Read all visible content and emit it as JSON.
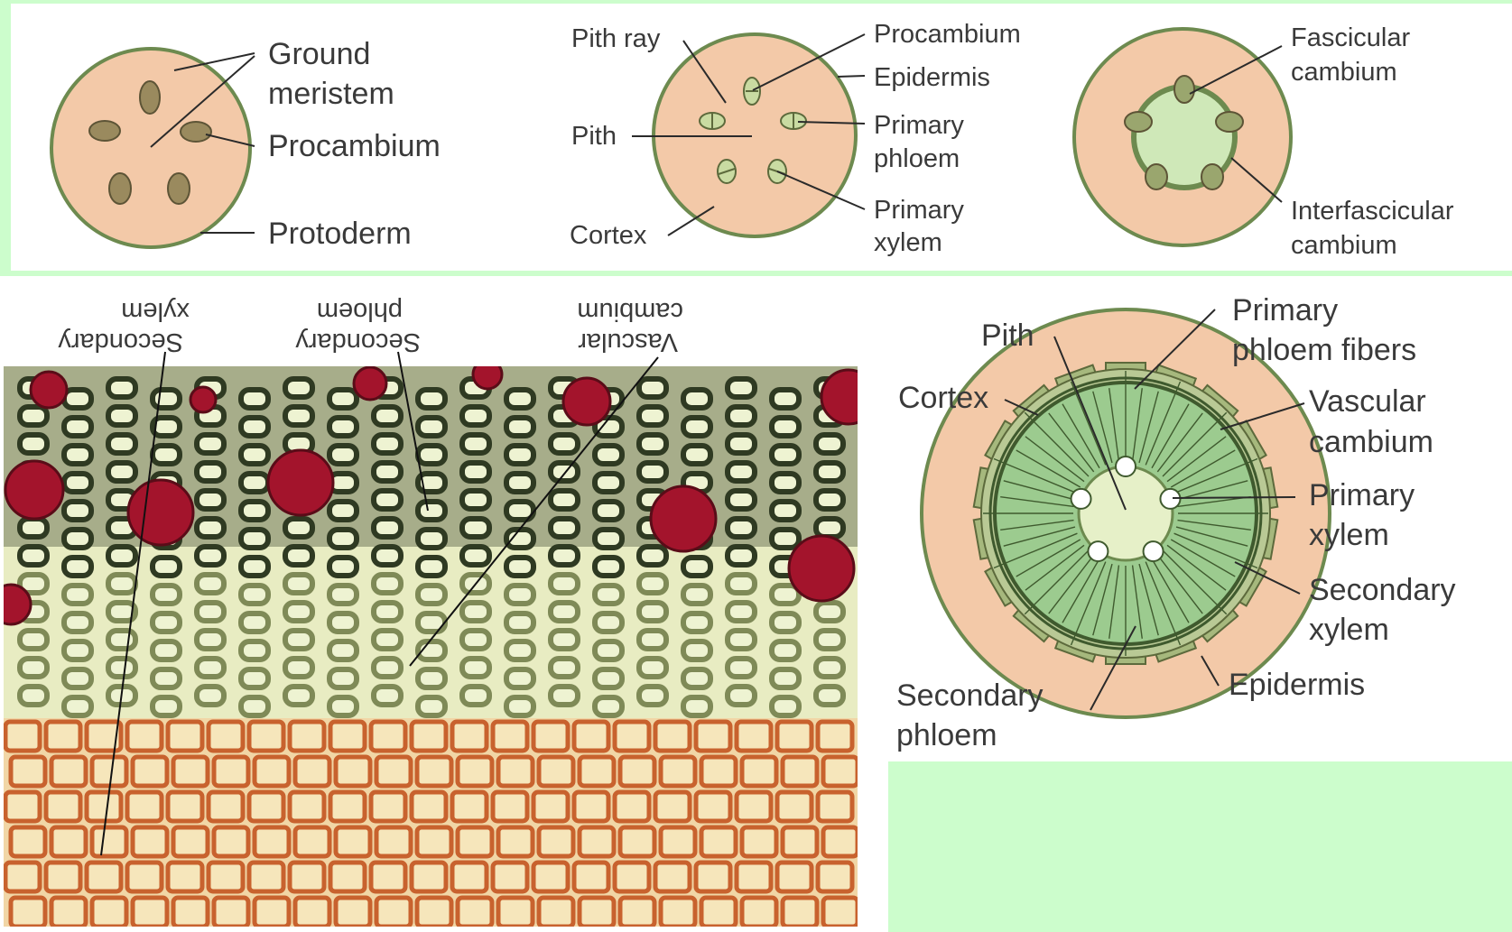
{
  "diagram_1": {
    "labels": {
      "ground_meristem": [
        "Ground",
        "meristem"
      ],
      "procambium": "Procambium",
      "protoderm": "Protoderm"
    }
  },
  "diagram_2": {
    "labels": {
      "pith_ray": "Pith ray",
      "procambium": "Procambium",
      "epidermis": "Epidermis",
      "pith": "Pith",
      "primary_phloem": [
        "Primary",
        "phloem"
      ],
      "primary_xylem": [
        "Primary",
        "xylem"
      ],
      "cortex": "Cortex"
    }
  },
  "diagram_3": {
    "labels": {
      "fascicular_cambium": [
        "Fascicular",
        "cambium"
      ],
      "interfascicular_cambium": [
        "Interfascicular",
        "cambium"
      ]
    }
  },
  "micrograph": {
    "labels_upside_down": {
      "secondary_xylem": [
        "Secondary",
        "xylem"
      ],
      "secondary_phloem": [
        "Secondary",
        "phloem"
      ],
      "vascular_cambium": [
        "Vascular",
        "cambium"
      ]
    }
  },
  "diagram_4": {
    "labels": {
      "pith": "Pith",
      "cortex": "Cortex",
      "primary_phloem_fibers": [
        "Primary",
        "phloem fibers"
      ],
      "vascular_cambium": [
        "Vascular",
        "cambium"
      ],
      "primary_xylem": [
        "Primary",
        "xylem"
      ],
      "secondary_xylem": [
        "Secondary",
        "xylem"
      ],
      "epidermis": "Epidermis",
      "secondary_phloem": [
        "Secondary",
        "phloem"
      ]
    }
  },
  "colors": {
    "background": "#ccfdcc",
    "tissue_tan": "#f3c9a8",
    "ring_green": "#76935f",
    "pith_green": "#cfe8b8",
    "xylem_green": "#8fbf85",
    "micro_red_walls": "#c8622e",
    "micro_dark_walls": "#2f3a22"
  }
}
